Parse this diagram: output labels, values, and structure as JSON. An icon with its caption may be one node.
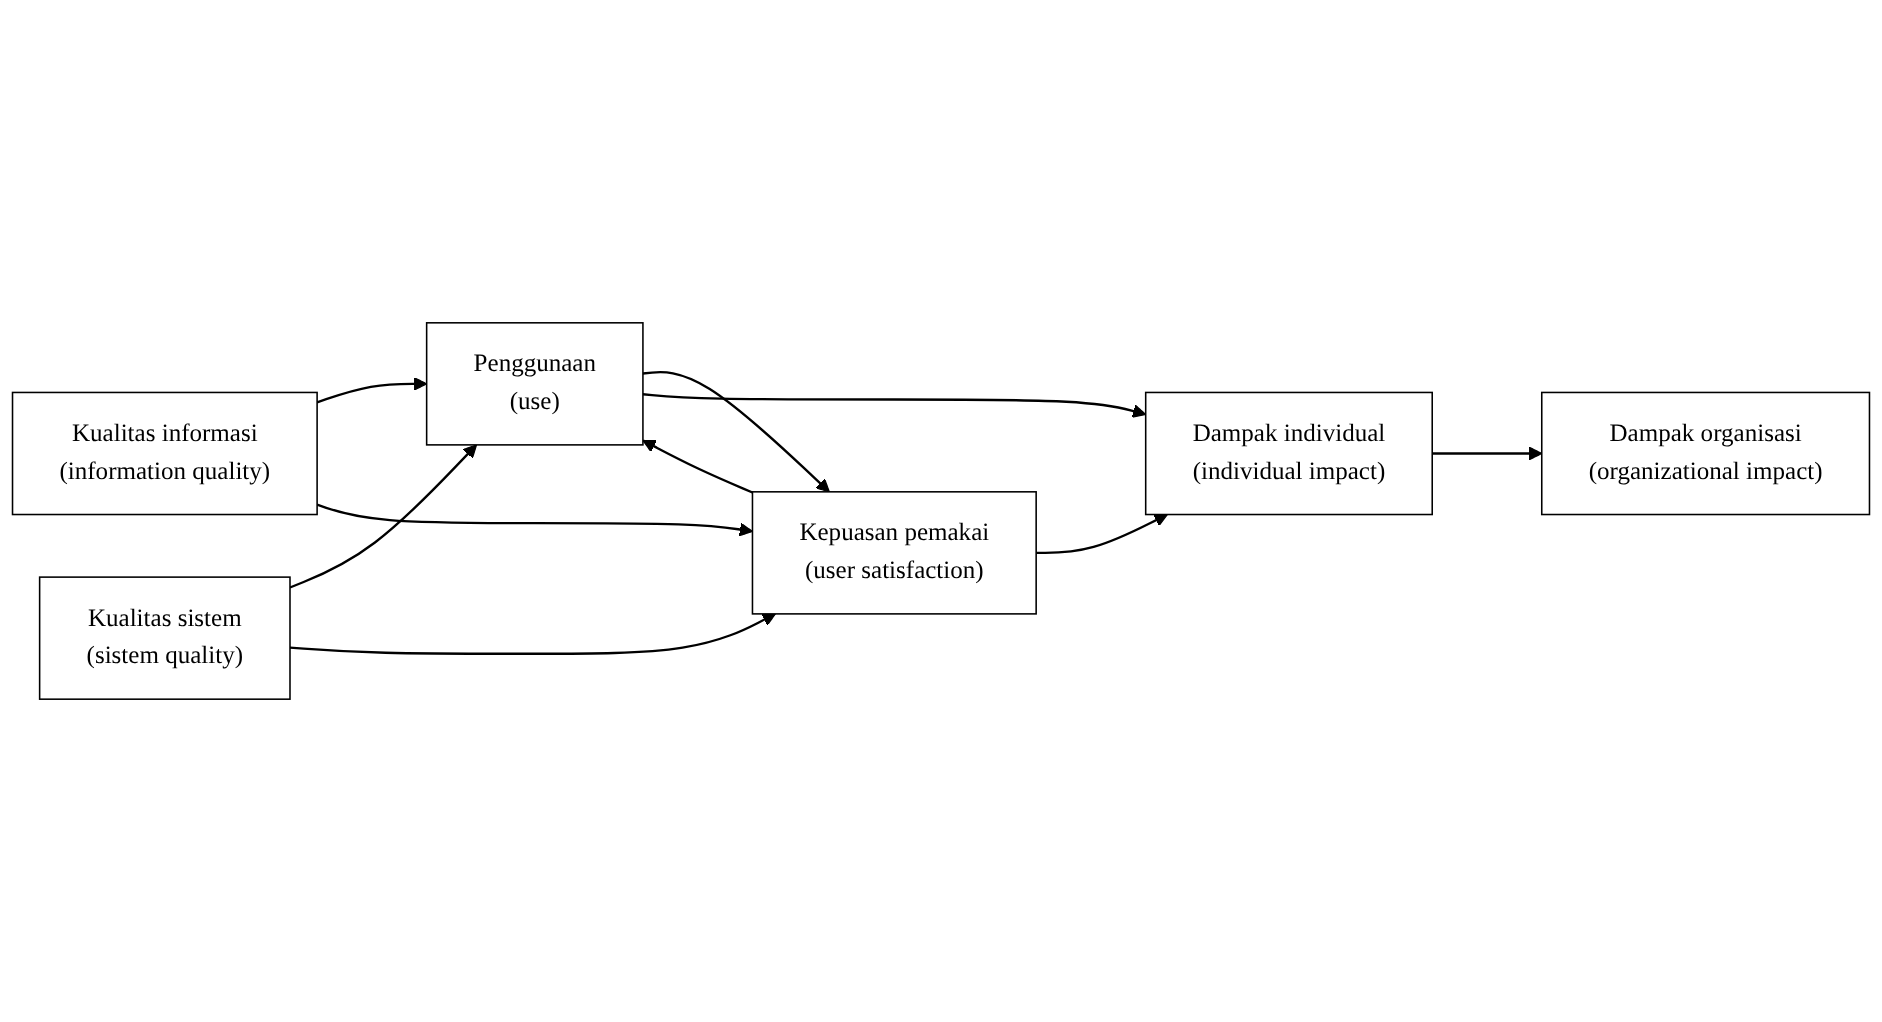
{
  "diagram": {
    "nodes": [
      {
        "text": [
          "Kualitas informasi",
          "(information quality)"
        ]
      },
      {
        "text": [
          "Kualitas sistem",
          "(sistem quality)"
        ]
      },
      {
        "text": [
          "Penggunaan",
          "(use)"
        ]
      },
      {
        "text": [
          "Kepuasan pemakai",
          "(user satisfaction)"
        ]
      },
      {
        "text": [
          "Dampak individual",
          "(individual impact)"
        ]
      },
      {
        "text": [
          "Dampak organisasi",
          "(organizational impact)"
        ]
      }
    ],
    "edges": [
      {
        "from": 0,
        "to": 2,
        "arrow": "to"
      },
      {
        "from": 0,
        "to": 3,
        "arrow": "to"
      },
      {
        "from": 1,
        "to": 2,
        "arrow": "to"
      },
      {
        "from": 1,
        "to": 3,
        "arrow": "to"
      },
      {
        "from": 2,
        "to": 3,
        "arrow": "to"
      },
      {
        "from": 3,
        "to": 2,
        "arrow": "to"
      },
      {
        "from": 2,
        "to": 4,
        "arrow": "to"
      },
      {
        "from": 3,
        "to": 4,
        "arrow": "to"
      },
      {
        "from": 4,
        "to": 5,
        "arrow": "to"
      }
    ]
  }
}
